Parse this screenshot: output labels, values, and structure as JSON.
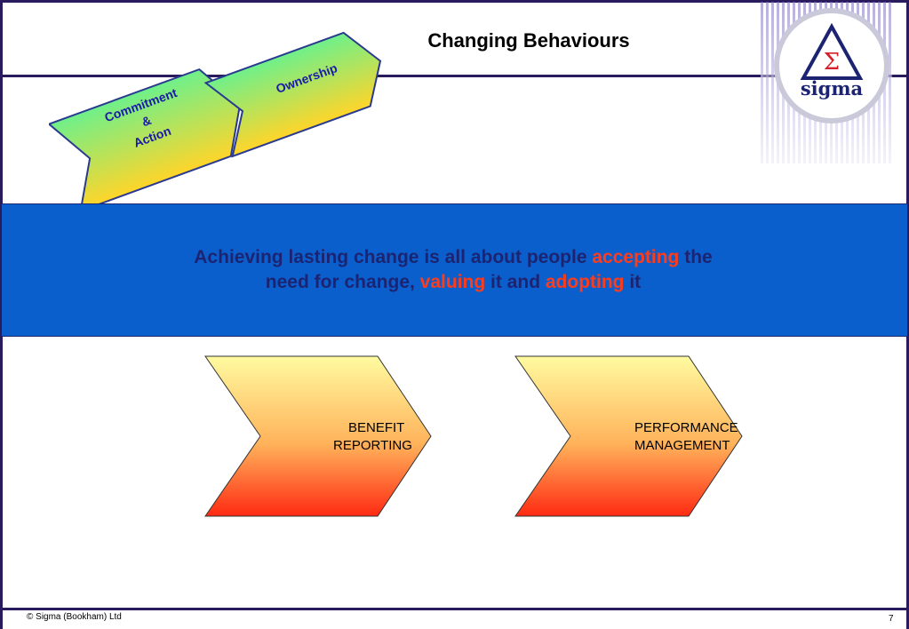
{
  "slide": {
    "title": "Changing Behaviours",
    "banner": {
      "part1": "Achieving lasting change is all about people ",
      "hl1": "accepting",
      "part2": " the",
      "part3": "need for change, ",
      "hl2": "valuing",
      "part4": " it and ",
      "hl3": "adopting",
      "part5": " it"
    },
    "top_chevrons": [
      {
        "label_lines": [
          "Commitment",
          "&",
          "Action"
        ]
      },
      {
        "label_lines": [
          "Ownership"
        ]
      }
    ],
    "bottom_chevrons": [
      {
        "label_lines": [
          "BENEFIT",
          "REPORTING"
        ]
      },
      {
        "label_lines": [
          "PERFORMANCE",
          "MANAGEMENT"
        ]
      }
    ],
    "logo": {
      "symbol": "Σ",
      "text": "sigma"
    },
    "footer": {
      "copyright": "© Sigma (Bookham) Ltd",
      "page_number": "7"
    }
  },
  "colors": {
    "frame": "#2a1a5e",
    "banner": "#0b5fcc",
    "banner_text": "#1c2472",
    "highlight": "#ff3b1a",
    "chevron_label_blue": "#1a1aa8"
  },
  "icons": [
    "sigma-logo-icon"
  ]
}
